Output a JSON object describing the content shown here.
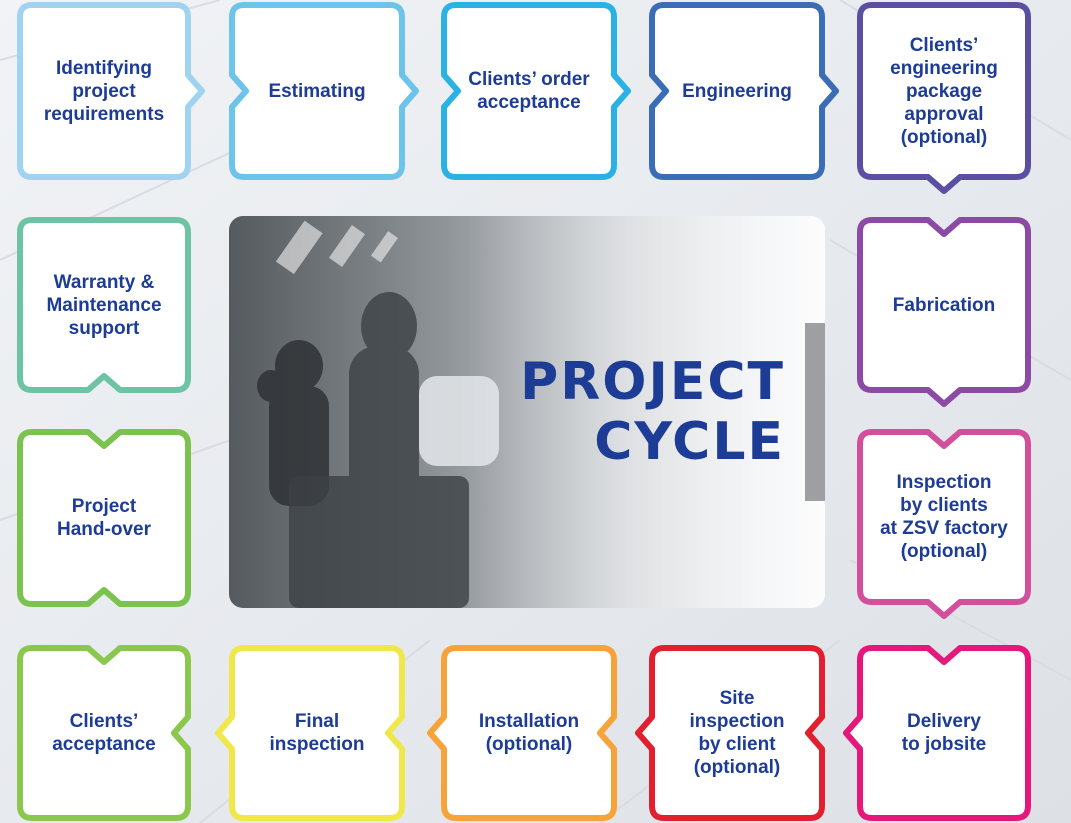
{
  "center": {
    "title": "PROJECT\nCYCLE"
  },
  "steps": [
    {
      "label": "Identifying\nproject\nrequirements",
      "color": "#9fd3ef"
    },
    {
      "label": "Estimating",
      "color": "#6cc4ea"
    },
    {
      "label": "Clients’ order\nacceptance",
      "color": "#2ab2e4"
    },
    {
      "label": "Engineering",
      "color": "#3b6db6"
    },
    {
      "label": "Clients’\nengineering\npackage\napproval\n(optional)",
      "color": "#5a4fa0"
    },
    {
      "label": "Fabrication",
      "color": "#8b4aa3"
    },
    {
      "label": "Inspection\nby clients\nat ZSV factory\n(optional)",
      "color": "#d2509b"
    },
    {
      "label": "Delivery\nto jobsite",
      "color": "#e4187a"
    },
    {
      "label": "Site\ninspection\nby client\n(optional)",
      "color": "#e0202f"
    },
    {
      "label": "Installation\n(optional)",
      "color": "#f6a33a"
    },
    {
      "label": "Final\ninspection",
      "color": "#f0e84a"
    },
    {
      "label": "Clients’\nacceptance",
      "color": "#8cc74d"
    },
    {
      "label": "Project\nHand-over",
      "color": "#7cc24f"
    },
    {
      "label": "Warranty &\nMaintenance\nsupport",
      "color": "#6dc4a4"
    }
  ]
}
